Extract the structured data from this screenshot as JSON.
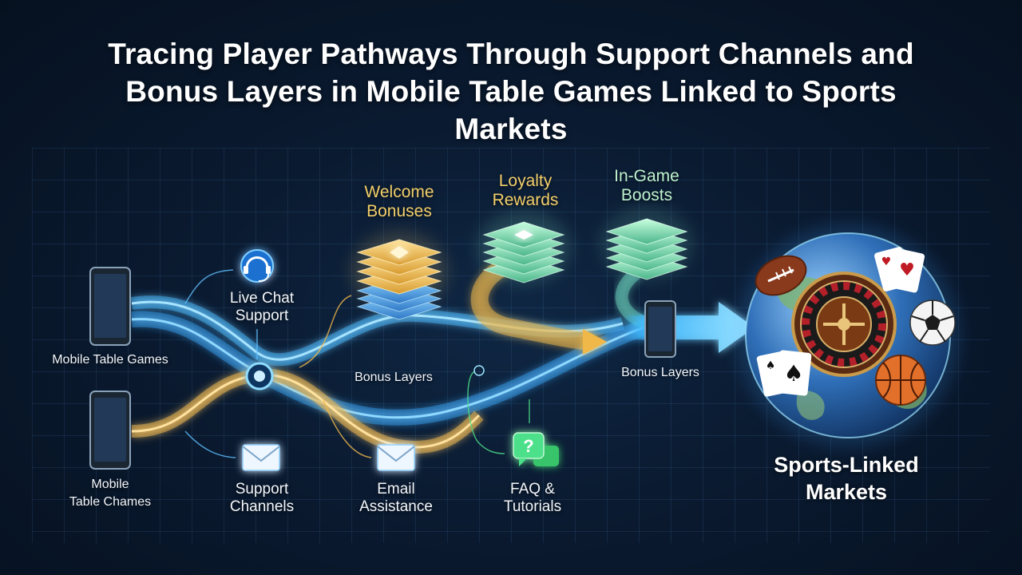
{
  "title": "Tracing Player Pathways Through Support Channels and Bonus Layers in Mobile Table Games Linked to Sports Markets",
  "labels": {
    "mobile_table_games_top": "Mobile Table Games",
    "mobile_table_games_bottom": "Mobile\nTable Chames",
    "live_chat_support": "Live Chat\nSupport",
    "support_channels": "Support\nChannels",
    "bonus_layers_center": "Bonus Layers",
    "email_assistance": "Email\nAssistance",
    "welcome_bonuses": "Welcome\nBonuses",
    "loyalty_rewards": "Loyalty\nRewards",
    "in_game_boosts": "In-Game\nBoosts",
    "faq_tutorials": "FAQ &\nTutorials",
    "bonus_layers_right": "Bonus Layers",
    "sports_linked_markets": "Sports-Linked\nMarkets"
  },
  "colors": {
    "blue_stream": "#3fb8ff",
    "gold_stream": "#f0b74a",
    "green_accent": "#4ee08a",
    "background": "#0a1a30"
  },
  "icons": [
    "smartphone-icon",
    "headset-icon",
    "envelope-icon",
    "question-chat-icon",
    "bonus-stack-icon",
    "globe-icon",
    "football-icon",
    "soccer-ball-icon",
    "basketball-icon",
    "roulette-icon",
    "playing-cards-icon"
  ]
}
